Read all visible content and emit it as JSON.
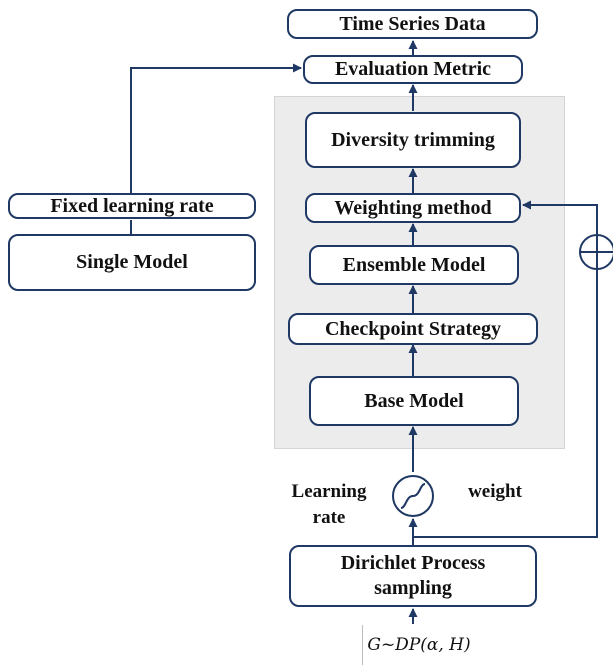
{
  "nodes": {
    "time_series": "Time Series Data",
    "evaluation": "Evaluation Metric",
    "diversity": "Diversity trimming",
    "weighting": "Weighting method",
    "ensemble": "Ensemble Model",
    "checkpoint": "Checkpoint Strategy",
    "base_model": "Base Model",
    "fixed_lr": "Fixed learning rate",
    "single_model": "Single Model",
    "dirichlet_line1": "Dirichlet Process",
    "dirichlet_line2": "sampling"
  },
  "labels": {
    "learning_rate_line1": "Learning",
    "learning_rate_line2": "rate",
    "weight": "weight",
    "formula": "G~DP(α, H)"
  },
  "colors": {
    "box_border": "#1f3864",
    "arrow": "#1f3864",
    "panel": "#ececec"
  },
  "icons": {
    "sampler": "sine-wave-circle-icon",
    "combiner": "circle-plus-icon"
  }
}
